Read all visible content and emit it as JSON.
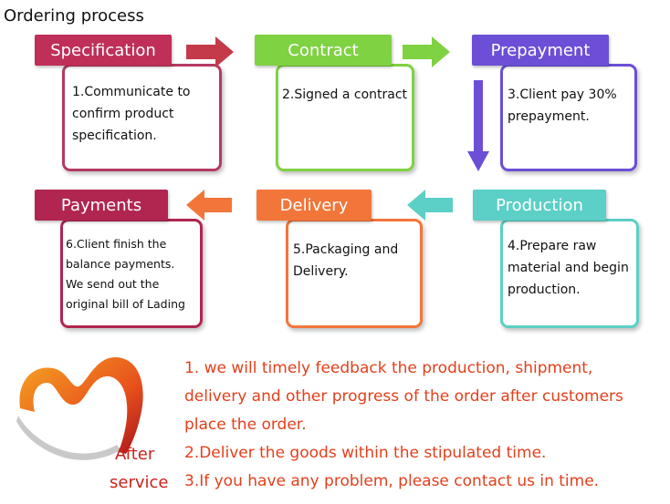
{
  "title": "Ordering process",
  "steps": [
    {
      "tab": "Specification",
      "color": "#bf2f58",
      "text": "1.Communicate to\nconfirm product\nspecification."
    },
    {
      "tab": "Contract",
      "color": "#7fd242",
      "text": "2.Signed a contract"
    },
    {
      "tab": "Prepayment",
      "color": "#6c4fd6",
      "text": "3.Client pay 30%\n    prepayment."
    },
    {
      "tab": "Payments",
      "color": "#b02651",
      "text": "6.Client finish the\nbalance payments.\nWe send out the\noriginal bill of Lading"
    },
    {
      "tab": "Delivery",
      "color": "#f2763a",
      "text": "5.Packaging and\n Delivery."
    },
    {
      "tab": "Production",
      "color": "#5ccfc6",
      "text": "4.Prepare raw\nmaterial and begin\nproduction."
    }
  ],
  "after_service": {
    "label_line1": "After",
    "label_line2": "service",
    "label_color": "#c8231b",
    "text_color": "#e2401c",
    "items": [
      "1. we will timely feedback the production, shipment,",
      "delivery and other progress of the order after customers",
      "place the order.",
      "2.Deliver the goods within the stipulated time.",
      "3.If you have any problem, please contact us in time."
    ]
  },
  "icons": [
    "arrow-right-icon",
    "arrow-down-icon",
    "arrow-left-icon",
    "swoosh-logo-icon"
  ]
}
